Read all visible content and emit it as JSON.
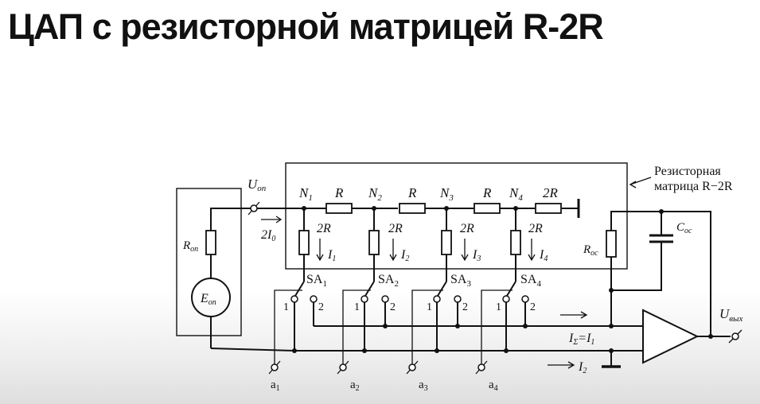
{
  "title": "ЦАП с резисторной матрицей R-2R",
  "diagram": {
    "matrix_label_line1": "Резисторная",
    "matrix_label_line2": "матрица R−2R",
    "u_ref": "U",
    "u_ref_sub": "оп",
    "u_out": "U",
    "u_out_sub": "вых",
    "source_r": "R",
    "source_r_sub": "оп",
    "source_e": "E",
    "source_e_sub": "оп",
    "current_2i0": "2I",
    "current_2i0_sub": "0",
    "r_fb": "R",
    "r_fb_sub": "ос",
    "c_fb": "C",
    "c_fb_sub": "ос",
    "nodes": [
      {
        "name": "N",
        "sub": "1"
      },
      {
        "name": "N",
        "sub": "2"
      },
      {
        "name": "N",
        "sub": "3"
      },
      {
        "name": "N",
        "sub": "4"
      }
    ],
    "series_resistors": [
      "R",
      "R",
      "R",
      "2R"
    ],
    "branch_resistors": [
      "2R",
      "2R",
      "2R",
      "2R"
    ],
    "branch_currents": [
      {
        "name": "I",
        "sub": "1"
      },
      {
        "name": "I",
        "sub": "2"
      },
      {
        "name": "I",
        "sub": "3"
      },
      {
        "name": "I",
        "sub": "4"
      }
    ],
    "switches": [
      {
        "name": "SA",
        "sub": "1"
      },
      {
        "name": "SA",
        "sub": "2"
      },
      {
        "name": "SA",
        "sub": "3"
      },
      {
        "name": "SA",
        "sub": "4"
      }
    ],
    "switch_pos_1": "1",
    "switch_pos_2": "2",
    "inputs": [
      {
        "name": "a",
        "sub": "1"
      },
      {
        "name": "a",
        "sub": "2"
      },
      {
        "name": "a",
        "sub": "3"
      },
      {
        "name": "a",
        "sub": "4"
      }
    ],
    "sum_current": "I",
    "sum_current_sub": "Σ",
    "sum_current_rhs": "=I",
    "sum_current_rhs_sub": "1",
    "i2_label": "I",
    "i2_sub": "2"
  }
}
